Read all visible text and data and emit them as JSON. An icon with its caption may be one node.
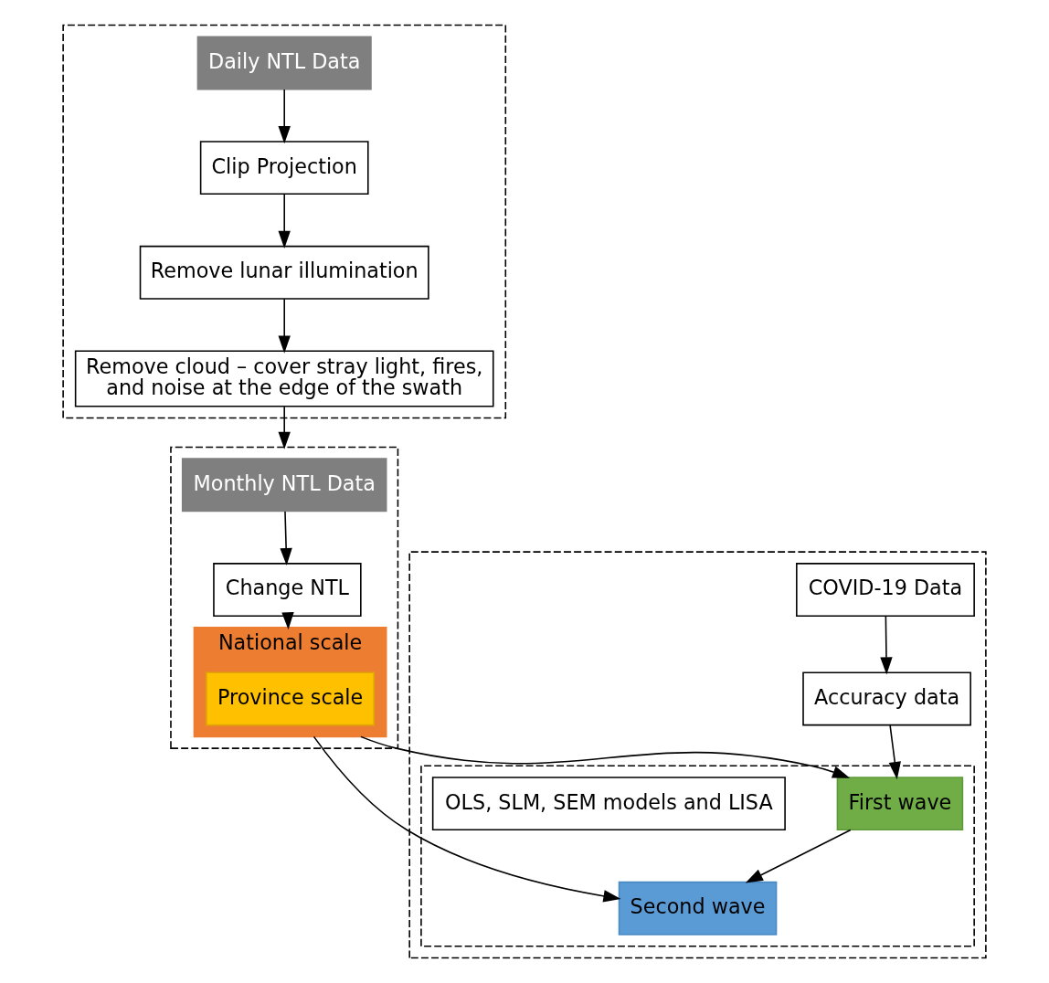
{
  "diagram": {
    "nodes": [
      {
        "text": [],
        "shape": "box"
      },
      {
        "text": [
          "Daily NTL Data"
        ],
        "in": 0
      },
      {
        "text": [
          "Clip Projection"
        ],
        "in": 0
      },
      {
        "text": [
          "Remove lunar illumination"
        ],
        "in": 0
      },
      {
        "text": [
          "Remove cloud – cover stray light, fires, and noise at the edge of the swath"
        ],
        "in": 0
      },
      {
        "text": [],
        "shape": "box"
      },
      {
        "text": [
          "Monthly NTL Data"
        ],
        "in": 5
      },
      {
        "text": [
          "Change NTL"
        ],
        "in": 5
      },
      {
        "text": [
          "National scale"
        ],
        "in": 5
      },
      {
        "text": [
          "Province scale"
        ],
        "in": 8
      },
      {
        "text": [],
        "shape": "box"
      },
      {
        "text": [
          "COVID-19 Data"
        ],
        "in": 10
      },
      {
        "text": [
          "Accuracy data"
        ],
        "in": 10
      },
      {
        "text": [],
        "shape": "box",
        "in": 10
      },
      {
        "text": [
          "First wave"
        ],
        "in": 13
      },
      {
        "text": [
          "Second wave"
        ],
        "in": 13
      },
      {
        "text": [
          "OLS, SLM, SEM models and LISA"
        ],
        "in": 13
      }
    ],
    "edges": [
      {
        "from": 1,
        "to": 2,
        "arrow": "to"
      },
      {
        "from": 2,
        "to": 3,
        "arrow": "to"
      },
      {
        "from": 3,
        "to": 4,
        "arrow": "to"
      },
      {
        "from": 4,
        "to": 5,
        "arrow": "to"
      },
      {
        "from": 6,
        "to": 7,
        "arrow": "to"
      },
      {
        "from": 7,
        "to": 8,
        "arrow": "to"
      },
      {
        "from": 8,
        "to": 14,
        "arrow": "to"
      },
      {
        "from": 8,
        "to": 15,
        "arrow": "to"
      },
      {
        "from": 11,
        "to": 12,
        "arrow": "to"
      },
      {
        "from": 12,
        "to": 14,
        "arrow": "to"
      },
      {
        "from": 14,
        "to": 15,
        "arrow": "to"
      }
    ]
  }
}
